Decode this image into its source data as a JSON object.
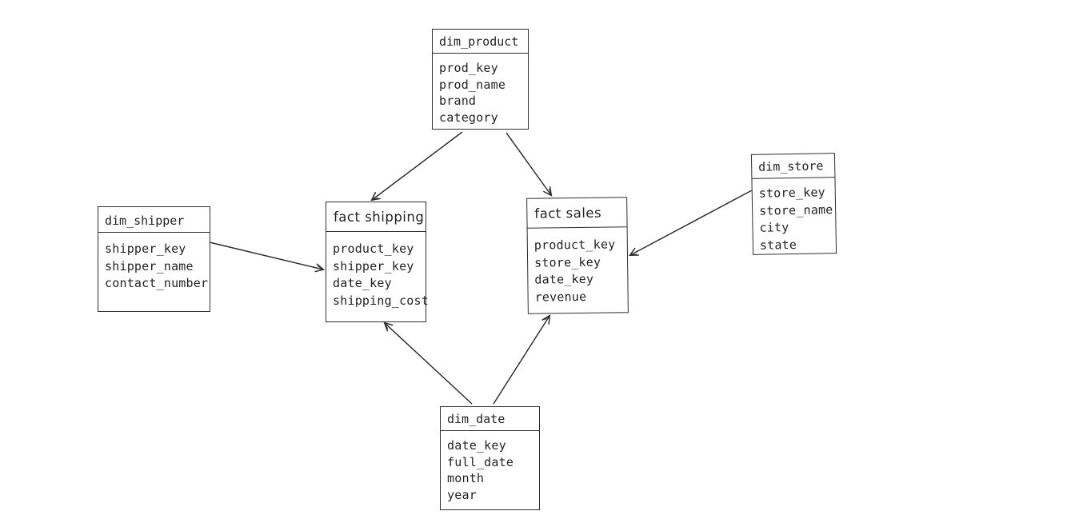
{
  "diagram": {
    "background_color": "#ffffff",
    "stroke_color": "#2f2f2f",
    "tables": [
      {
        "name": "dim_product",
        "kind": "dimension",
        "columns": [
          "prod_key",
          "prod_name",
          "brand",
          "category"
        ]
      },
      {
        "name": "dim_store",
        "kind": "dimension",
        "columns": [
          "store_key",
          "store_name",
          "city",
          "state"
        ]
      },
      {
        "name": "dim_shipper",
        "kind": "dimension",
        "columns": [
          "shipper_key",
          "shipper_name",
          "contact_number"
        ]
      },
      {
        "name": "fact shipping",
        "kind": "fact",
        "columns": [
          "product_key",
          "shipper_key",
          "date_key",
          "shipping_cost"
        ]
      },
      {
        "name": "fact sales",
        "kind": "fact",
        "columns": [
          "product_key",
          "store_key",
          "date_key",
          "revenue"
        ]
      },
      {
        "name": "dim_date",
        "kind": "dimension",
        "columns": [
          "date_key",
          "full_date",
          "month",
          "year"
        ]
      }
    ],
    "relationships": [
      {
        "from": "dim_product",
        "to": "fact shipping"
      },
      {
        "from": "dim_product",
        "to": "fact sales"
      },
      {
        "from": "dim_shipper",
        "to": "fact shipping"
      },
      {
        "from": "dim_store",
        "to": "fact sales"
      },
      {
        "from": "dim_date",
        "to": "fact shipping"
      },
      {
        "from": "dim_date",
        "to": "fact sales"
      }
    ]
  }
}
